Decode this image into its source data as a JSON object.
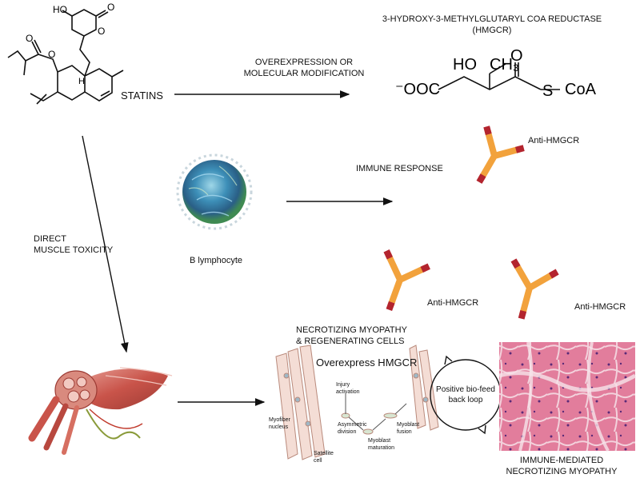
{
  "statins": {
    "label": "STATINS",
    "structure_labels": {
      "ho": "HO",
      "o_ketone": "O",
      "o_ring": "O",
      "o_ester": "O",
      "o_ester2": "O",
      "h": "H"
    }
  },
  "hmgcr": {
    "title_line1": "3-HYDROXY-3-METHYLGLUTARYL COA REDUCTASE",
    "title_line2": "(HMGCR)",
    "structure_labels": {
      "ooc": "⁻OOC",
      "ho": "HO",
      "ch3": "CH₃",
      "o": "O",
      "s": "S",
      "coa": "CoA"
    }
  },
  "arrows": {
    "overexpression_line1": "OVEREXPRESSION OR",
    "overexpression_line2": "MOLECULAR MODIFICATION",
    "immune_response": "IMMUNE RESPONSE",
    "direct_line1": "DIRECT",
    "direct_line2": "MUSCLE TOXICITY"
  },
  "b_cell": {
    "label": "B lymphocyte"
  },
  "antibodies": {
    "label_top": "Anti-HMGCR",
    "label_left": "Anti-HMGCR",
    "label_right": "Anti-HMGCR"
  },
  "myopathy": {
    "title_line1": "NECROTIZING MYOPATHY",
    "title_line2": "& REGENERATING CELLS",
    "overexpress": "Overexpress HMGCR",
    "injury_line1": "Injury",
    "injury_line2": "activation",
    "myofiber_line1": "Myofiber",
    "myofiber_line2": "nucleus",
    "satellite_line1": "Satellite",
    "satellite_line2": "cell",
    "asym_line1": "Asymmetric",
    "asym_line2": "division",
    "maturation_line1": "Myoblast",
    "maturation_line2": "maturation",
    "fusion_line1": "Myoblast",
    "fusion_line2": "fusion"
  },
  "loop": {
    "line1": "Positive bio-feed",
    "line2": "back loop"
  },
  "histology": {
    "caption_line1": "IMMUNE-MEDIATED",
    "caption_line2": "NECROTIZING MYOPATHY"
  },
  "colors": {
    "antibody_orange": "#f2a23c",
    "antibody_red": "#b3242e",
    "muscle_red": "#c9544a",
    "histo_pink": "#e27d9c",
    "bcell_blue": "#2f6fa8",
    "bcell_green": "#4f9a52"
  }
}
